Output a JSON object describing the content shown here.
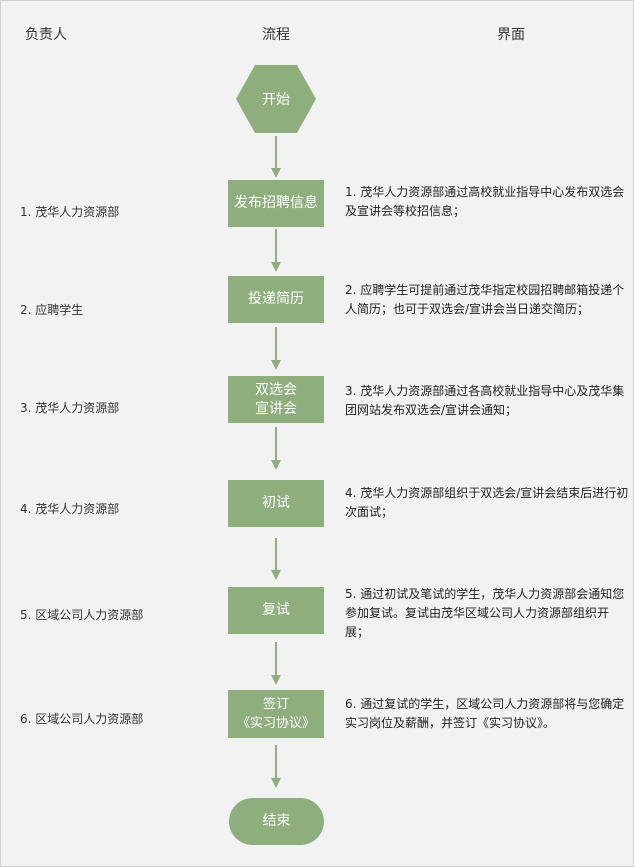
{
  "headers": {
    "owner": "负责人",
    "flow": "流程",
    "interface": "界面"
  },
  "colors": {
    "node": "#8eaf7d",
    "background": "#f3f2f3"
  },
  "start": "开始",
  "end": "结束",
  "steps": [
    {
      "owner": "1. 茂华人力资源部",
      "node": [
        "发布招聘信息"
      ],
      "desc": "1. 茂华人力资源部通过高校就业指导中心发布双选会及宣讲会等校招信息；"
    },
    {
      "owner": "2. 应聘学生",
      "node": [
        "投递简历"
      ],
      "desc": "2. 应聘学生可提前通过茂华指定校园招聘邮箱投递个人简历；也可于双选会/宣讲会当日递交简历；"
    },
    {
      "owner": "3. 茂华人力资源部",
      "node": [
        "双选会",
        "宣讲会"
      ],
      "desc": "3. 茂华人力资源部通过各高校就业指导中心及茂华集团网站发布双选会/宣讲会通知；"
    },
    {
      "owner": "4. 茂华人力资源部",
      "node": [
        "初试"
      ],
      "desc": "4. 茂华人力资源部组织于双选会/宣讲会结束后进行初次面试；"
    },
    {
      "owner": "5. 区域公司人力资源部",
      "node": [
        "复试"
      ],
      "desc": "5. 通过初试及笔试的学生，茂华人力资源部会通知您参加复试。复试由茂华区域公司人力资源部组织开展；"
    },
    {
      "owner": "6. 区域公司人力资源部",
      "node": [
        "签订",
        "《实习协议》"
      ],
      "desc": "6. 通过复试的学生，区域公司人力资源部将与您确定实习岗位及薪酬，并签订《实习协议》。"
    }
  ]
}
